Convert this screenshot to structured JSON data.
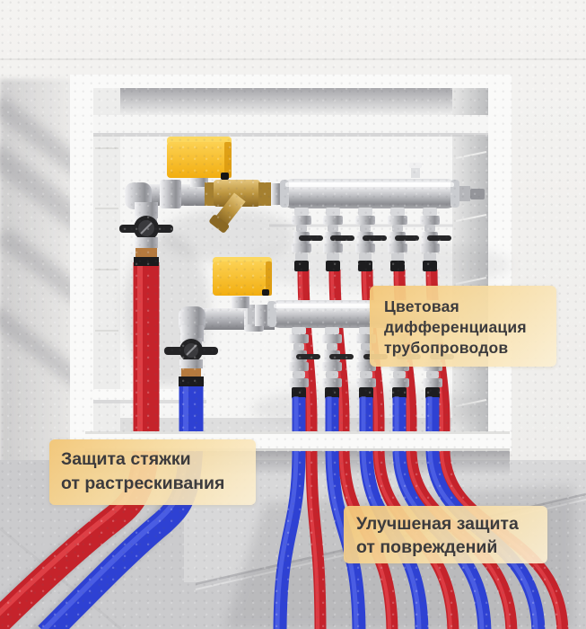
{
  "labels": {
    "color_differentiation": {
      "lines": [
        "Цветовая",
        "дифференциация",
        "трубопроводов"
      ]
    },
    "screed_protection": {
      "lines": [
        "Защита стяжки",
        "от растрескивания"
      ]
    },
    "damage_protection": {
      "lines": [
        "Улучшеная защита",
        "от повреждений"
      ]
    }
  },
  "colors": {
    "supply_pipe_red": "#c5232b",
    "return_pipe_blue": "#2e41d3",
    "actuator_yellow": "#f5b417",
    "brass_strainer": "#bd9640",
    "label_background_top": "#f3c676",
    "label_background_bottom": "#fcf0d3",
    "label_text": "#3c3b3d",
    "wall": "#f1f0ee",
    "floor": "#cbcbcd",
    "cabinet": "#fafaf9"
  }
}
